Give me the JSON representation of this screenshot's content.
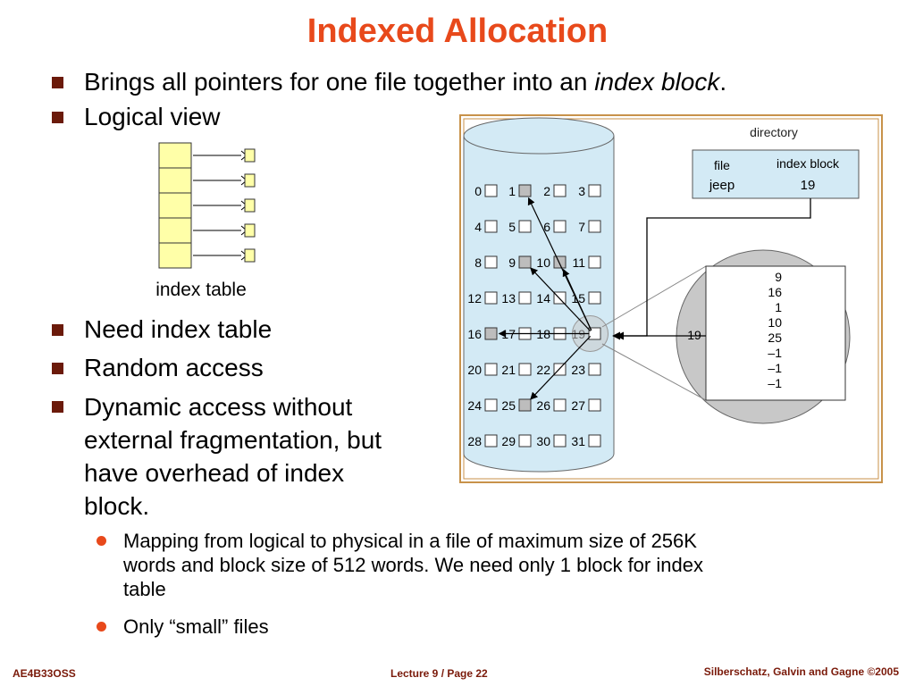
{
  "title": "Indexed Allocation",
  "bullets": {
    "b1_text": "Brings all pointers for one file together into an ",
    "b1_italic": "index block",
    "b1_end": ".",
    "b2": "Logical view",
    "b3": "Need index table",
    "b4": "Random access",
    "b5_line1": "Dynamic access without",
    "b5_line2": "external fragmentation, but",
    "b5_line3": "have overhead of index",
    "b5_line4": "block."
  },
  "sub_bullets": {
    "s1_line1": "Mapping from logical to physical in a file of maximum size of 256K",
    "s1_line2": "words and block size of 512 words. We need only 1 block for index",
    "s1_line3": "table",
    "s2": "Only “small” files"
  },
  "logical_view": {
    "caption": "index table",
    "entries": 5
  },
  "directory": {
    "label": "directory",
    "col_file": "file",
    "col_index": "index block",
    "file_name": "jeep",
    "index_block": "19"
  },
  "disk": {
    "blocks": [
      "0",
      "1",
      "2",
      "3",
      "4",
      "5",
      "6",
      "7",
      "8",
      "9",
      "10",
      "11",
      "12",
      "13",
      "14",
      "15",
      "16",
      "17",
      "18",
      "19",
      "20",
      "21",
      "22",
      "23",
      "24",
      "25",
      "26",
      "27",
      "28",
      "29",
      "30",
      "31"
    ],
    "used_blocks": [
      1,
      9,
      10,
      16,
      25
    ],
    "index_block_ref": "19"
  },
  "index_block_contents": [
    "9",
    "16",
    "1",
    "10",
    "25",
    "–1",
    "–1",
    "–1"
  ],
  "colors": {
    "title": "#e8491b",
    "disk_fill": "#d3eaf5",
    "directory_fill": "#d3eaf5",
    "frame": "#c8924a",
    "circle_fill": "#c8c8c8",
    "used_block": "#bdbdbd",
    "logical_fill": "#ffffa8"
  },
  "footer": {
    "left": "AE4B33OSS",
    "center": "Lecture 9 / Page 22",
    "right": "Silberschatz, Galvin and Gagne ©2005"
  }
}
